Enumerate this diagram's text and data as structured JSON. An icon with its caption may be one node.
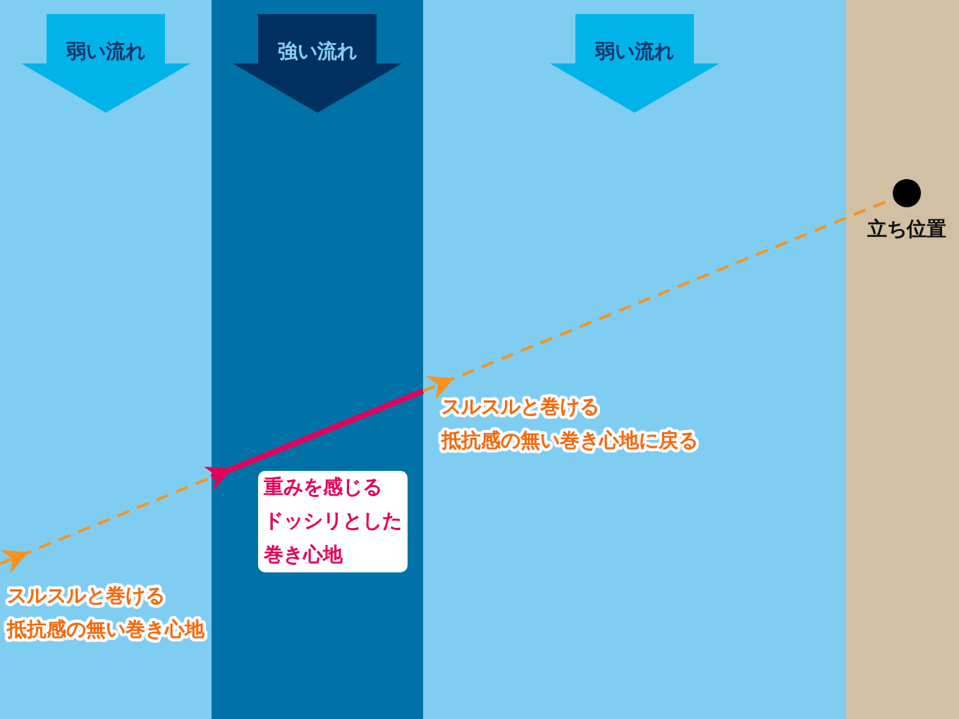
{
  "diagram": {
    "nodes": [
      {
        "text": [],
        "shape": "band"
      },
      {
        "text": [
          "弱い流れ"
        ],
        "in": 0
      },
      {
        "text": [],
        "shape": "band"
      },
      {
        "text": [
          "強い流れ"
        ],
        "in": 2
      },
      {
        "text": [],
        "shape": "band"
      },
      {
        "text": [
          "弱い流れ"
        ],
        "in": 4
      },
      {
        "text": [],
        "shape": "band"
      },
      {
        "text": [],
        "shape": "circle",
        "in": 6,
        "beside": [
          "立ち位置"
        ]
      }
    ],
    "edges": [
      {
        "from": 0,
        "to": 2,
        "arrow": "to",
        "style": "dashed",
        "label": "スルスルと巻ける抵抗感の無い巻き心地"
      },
      {
        "from": 2,
        "to": 4,
        "arrow": "to",
        "style": "thick",
        "color": "#e5005a",
        "label": "重みを感じるドッシリとした巻き心地"
      },
      {
        "from": 4,
        "to": 7,
        "arrow": "to",
        "style": "dashed",
        "label": "スルスルと巻ける抵抗感の無い巻き心地に戻る"
      }
    ]
  }
}
